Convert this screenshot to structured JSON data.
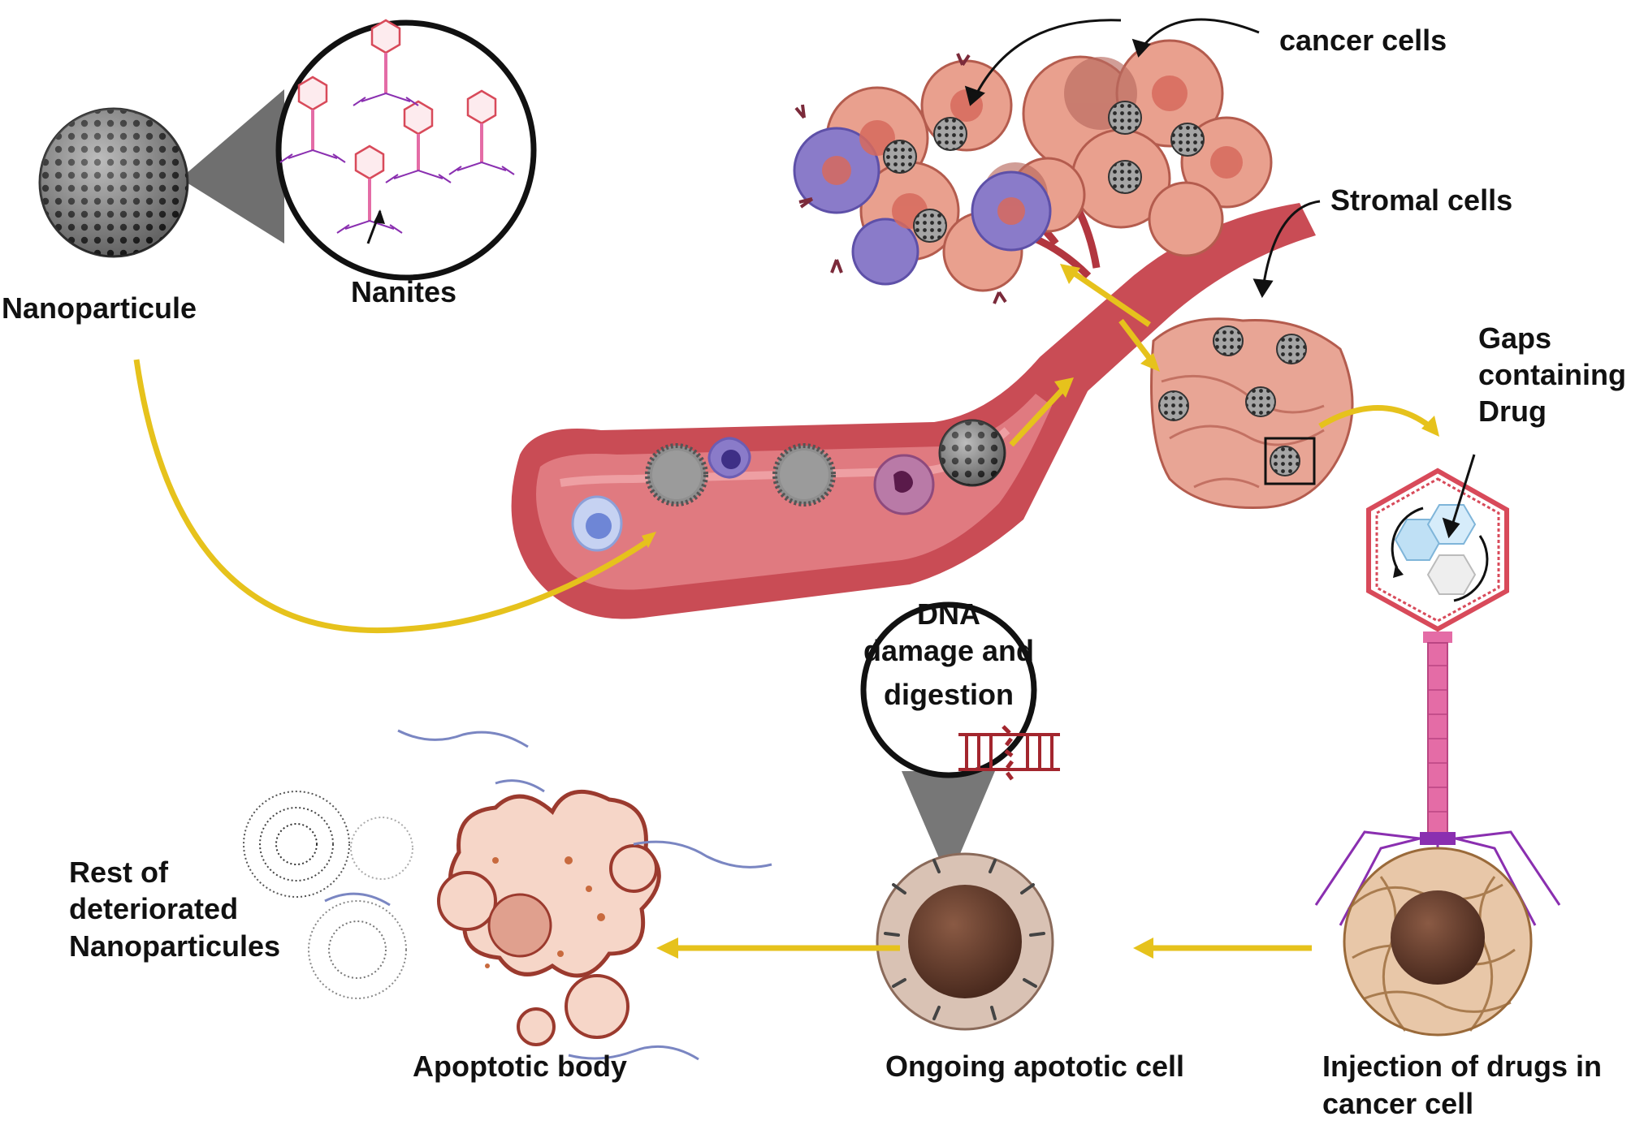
{
  "labels": {
    "nanoparticule": "Nanoparticule",
    "nanites": "Nanites",
    "cancer_cells": "cancer cells",
    "stromal_cells": "Stromal cells",
    "gaps_line1": "Gaps",
    "gaps_line2": "containing",
    "gaps_line3": "Drug",
    "dna_line1": "DNA",
    "dna_line2": "damage and",
    "dna_line3": "digestion",
    "rest_line1": "Rest of",
    "rest_line2": "deteriorated",
    "rest_line3": "Nanoparticules",
    "apoptotic_body": "Apoptotic body",
    "ongoing_apoptotic_cell": "Ongoing apototic cell",
    "injection_line1": "Injection of drugs in",
    "injection_line2": "cancer cell"
  },
  "colors": {
    "flow_arrow": "#e6c21c",
    "vessel": "#c94c55",
    "vessel_inner": "#e07a80",
    "cancer_cell": "#e9a08e",
    "immune_cell": "#8a7bc9",
    "stromal": "#e8a595",
    "nanoparticle": "#8f8f8f",
    "phage_head": "#d84a5a",
    "phage_tail": "#e46ca6",
    "phage_legs": "#8a2fb0",
    "apoptotic": "#f6d6c8",
    "dna": "#a3262e"
  }
}
